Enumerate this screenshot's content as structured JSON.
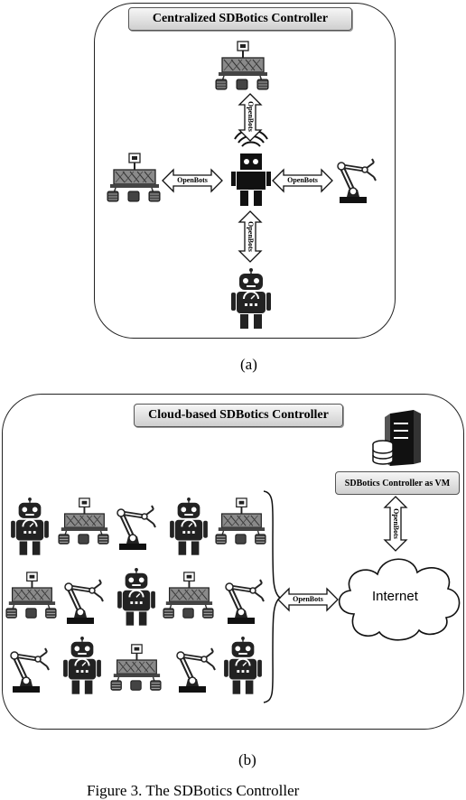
{
  "panel_a": {
    "title": "Centralized SDBotics Controller",
    "arrow_label": "OpenBots",
    "caption": "(a)"
  },
  "panel_b": {
    "title": "Cloud-based SDBotics Controller",
    "vm_label": "SDBotics Controller as VM",
    "arrow_label": "OpenBots",
    "cloud_label": "Internet",
    "caption": "(b)"
  },
  "figure_caption": "Figure 3. The SDBotics Controller",
  "icons": {
    "central_controller": "robot-with-wifi-icon",
    "rover": "rover-icon",
    "robot_arm": "robot-arm-icon",
    "humanoid": "humanoid-robot-icon",
    "server": "server-database-icon",
    "cloud": "cloud-icon"
  }
}
